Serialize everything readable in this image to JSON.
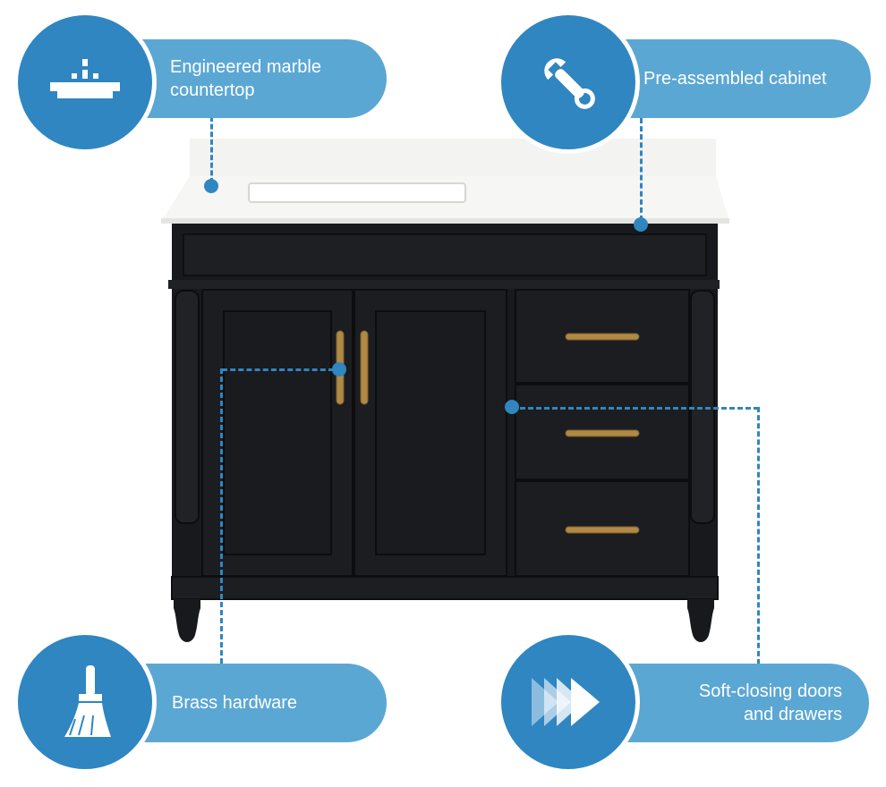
{
  "features": [
    {
      "label": "Engineered marble\ncountertop",
      "icon": "countertop-icon"
    },
    {
      "label": "Pre-assembled cabinet",
      "icon": "wrench-icon"
    },
    {
      "label": "Brass hardware",
      "icon": "paintbrush-icon"
    },
    {
      "label": "Soft-closing doors\nand drawers",
      "icon": "fast-forward-icon"
    }
  ],
  "colors": {
    "accent": "#2f86c1",
    "pill": "#5ba7d3",
    "cabinet": "#17191c",
    "countertop": "#f5f5f4",
    "brass": "#b08a45"
  }
}
